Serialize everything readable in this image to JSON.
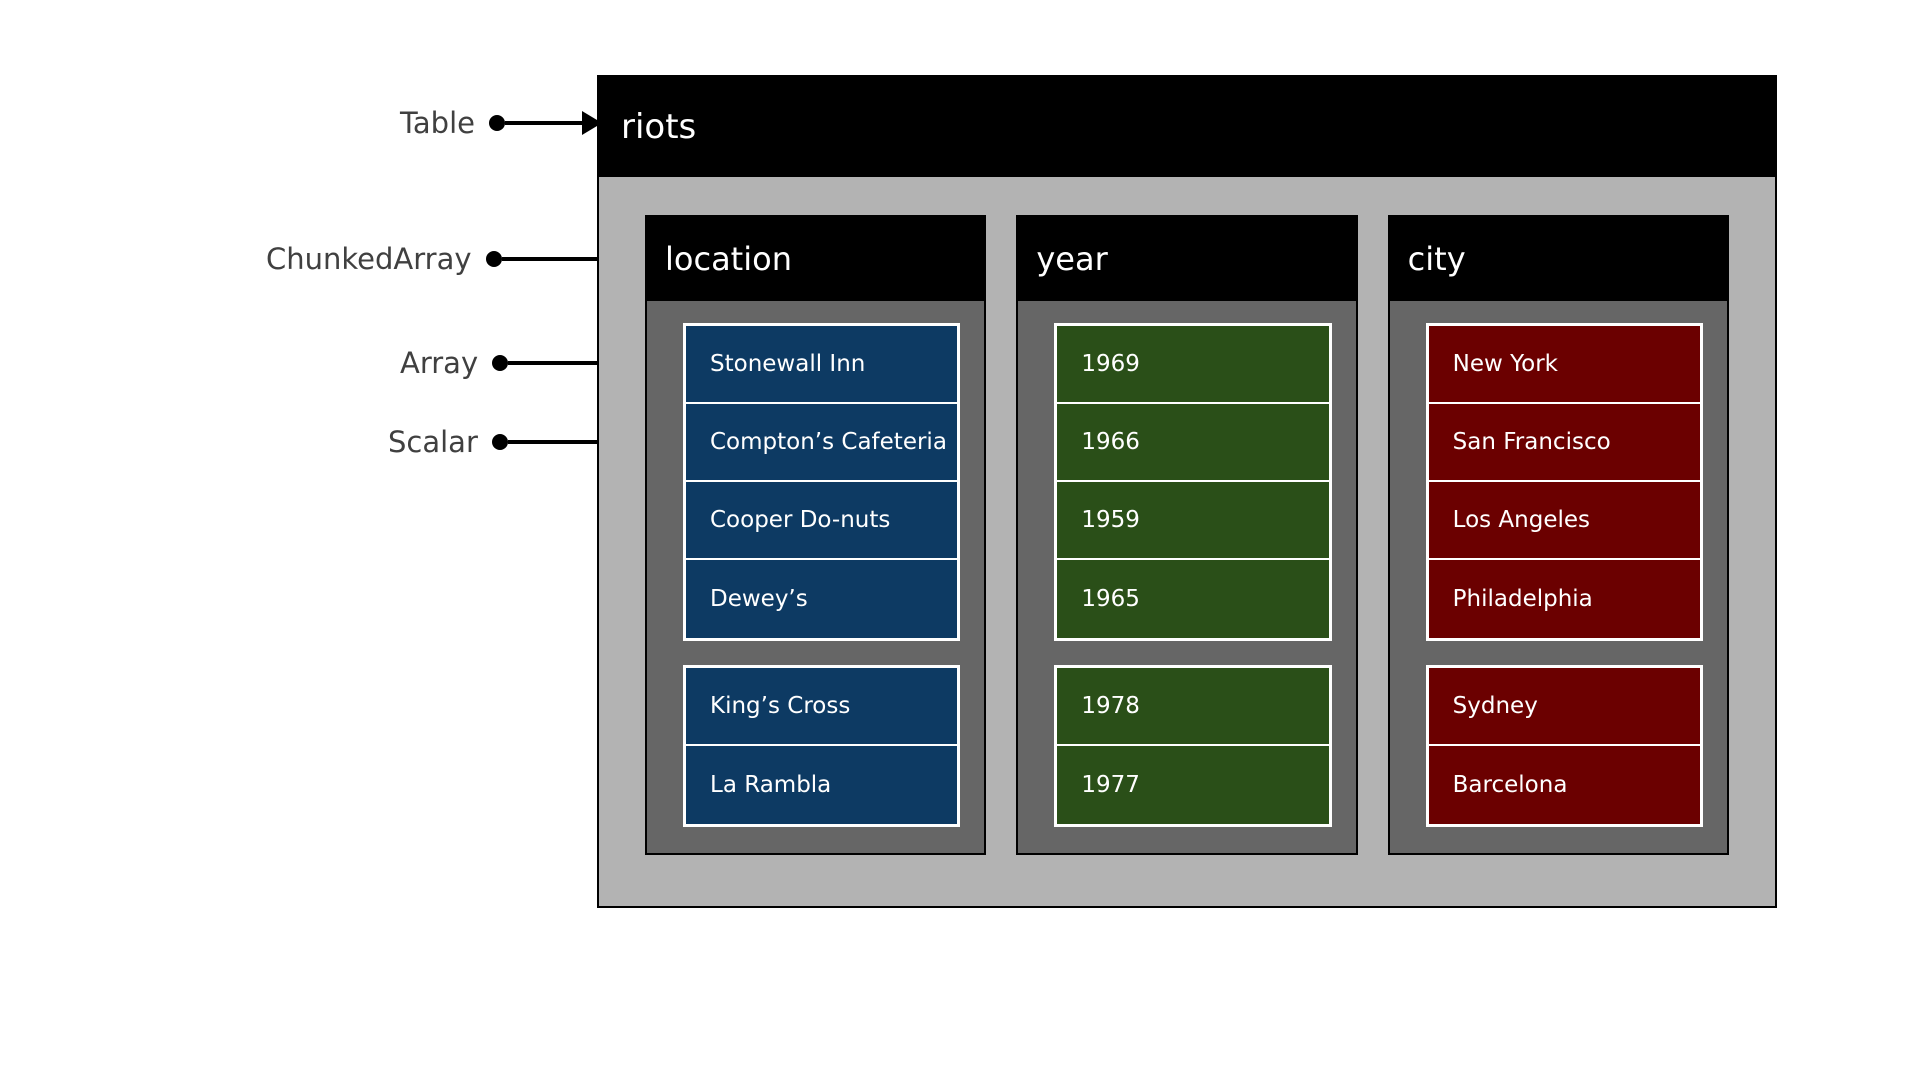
{
  "annotations": [
    {
      "label": "Table",
      "target": "table-box"
    },
    {
      "label": "ChunkedArray",
      "target": "column-location"
    },
    {
      "label": "Array",
      "target": "chunk-location-0"
    },
    {
      "label": "Scalar",
      "target": "cell-location-0-1"
    }
  ],
  "table": {
    "title": "riots",
    "columns": [
      {
        "name": "location",
        "color": "#0d3a63",
        "chunks": [
          [
            "Stonewall Inn",
            "Compton’s Cafeteria",
            "Cooper Do-nuts",
            "Dewey’s"
          ],
          [
            "King’s Cross",
            "La Rambla"
          ]
        ]
      },
      {
        "name": "year",
        "color": "#2a4f18",
        "chunks": [
          [
            "1969",
            "1966",
            "1959",
            "1965"
          ],
          [
            "1978",
            "1977"
          ]
        ]
      },
      {
        "name": "city",
        "color": "#6b0000",
        "chunks": [
          [
            "New York",
            "San Francisco",
            "Los Angeles",
            "Philadelphia"
          ],
          [
            "Sydney",
            "Barcelona"
          ]
        ]
      }
    ]
  },
  "colors": {
    "table_background": "#b3b3b3",
    "column_background": "#666666",
    "header_background": "#000000",
    "header_text": "#ffffff",
    "cell_border": "#ffffff",
    "annotation_text": "#404040",
    "annotation_arrow": "#000000",
    "page_background": "#ffffff"
  }
}
